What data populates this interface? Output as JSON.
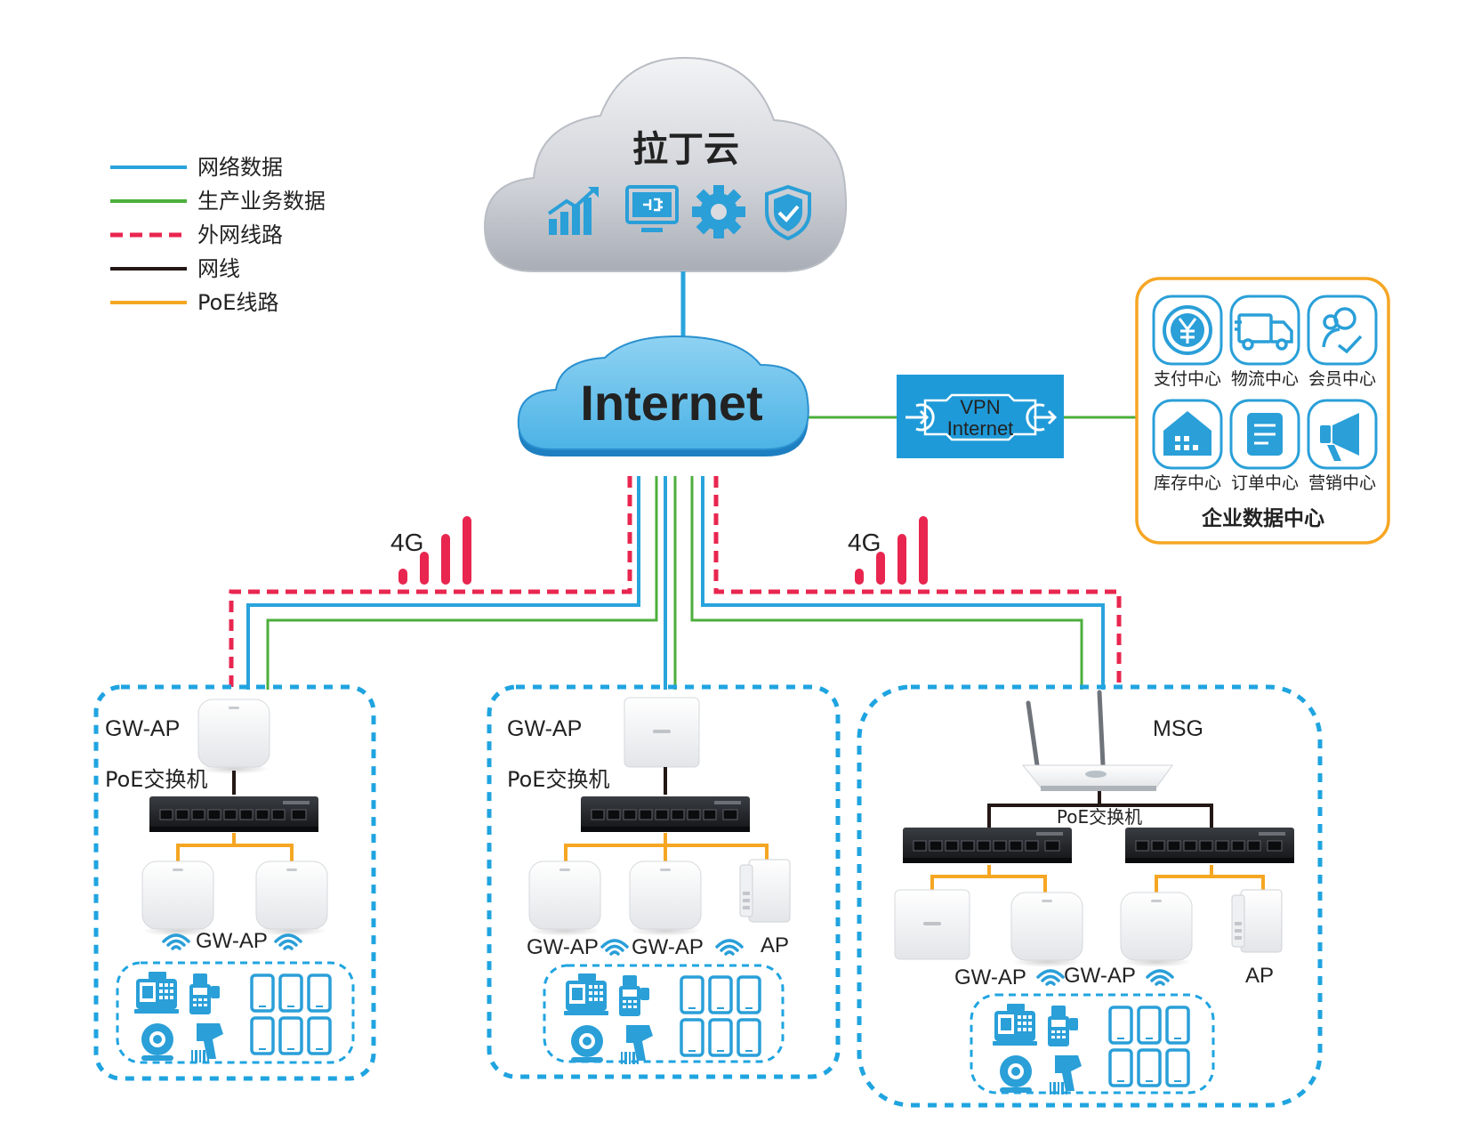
{
  "legend": [
    {
      "label": "网络数据",
      "color": "#29a3dc",
      "style": "solid"
    },
    {
      "label": "生产业务数据",
      "color": "#4caf3c",
      "style": "solid"
    },
    {
      "label": "外网线路",
      "color": "#e8264f",
      "style": "dashed"
    },
    {
      "label": "网线",
      "color": "#231815",
      "style": "solid"
    },
    {
      "label": "PoE线路",
      "color": "#f5a623",
      "style": "solid"
    }
  ],
  "cloud": {
    "title": "拉丁云",
    "icons": [
      "chart-growth-icon",
      "monitor-plug-icon",
      "gear-icon",
      "shield-check-icon"
    ]
  },
  "internet": {
    "label": "Internet"
  },
  "vpn": {
    "line1": "VPN",
    "line2": "Internet"
  },
  "datacenter": {
    "title": "企业数据中心",
    "items": [
      {
        "label": "支付中心",
        "icon": "yuan-icon"
      },
      {
        "label": "物流中心",
        "icon": "truck-icon"
      },
      {
        "label": "会员中心",
        "icon": "member-icon"
      },
      {
        "label": "库存中心",
        "icon": "warehouse-icon"
      },
      {
        "label": "订单中心",
        "icon": "order-icon"
      },
      {
        "label": "营销中心",
        "icon": "megaphone-icon"
      }
    ]
  },
  "signal": {
    "left": "4G",
    "right": "4G"
  },
  "sites": {
    "a": {
      "gateway": "GW-AP",
      "switch": "PoE交换机",
      "ap1": "GW-AP"
    },
    "b": {
      "gateway": "GW-AP",
      "switch": "PoE交换机",
      "ap1": "GW-AP",
      "ap2": "GW-AP",
      "ap3": "AP"
    },
    "c": {
      "gateway": "MSG",
      "switch": "PoE交换机",
      "ap1": "GW-AP",
      "ap2": "GW-AP",
      "ap3": "AP"
    }
  },
  "colors": {
    "network": "#29a3dc",
    "business": "#4caf3c",
    "external": "#e8264f",
    "cable": "#231815",
    "poe": "#f5a623",
    "site_border": "#1fa4e0",
    "datacenter_border": "#f5a623",
    "icon_blue": "#2a9fd8"
  }
}
